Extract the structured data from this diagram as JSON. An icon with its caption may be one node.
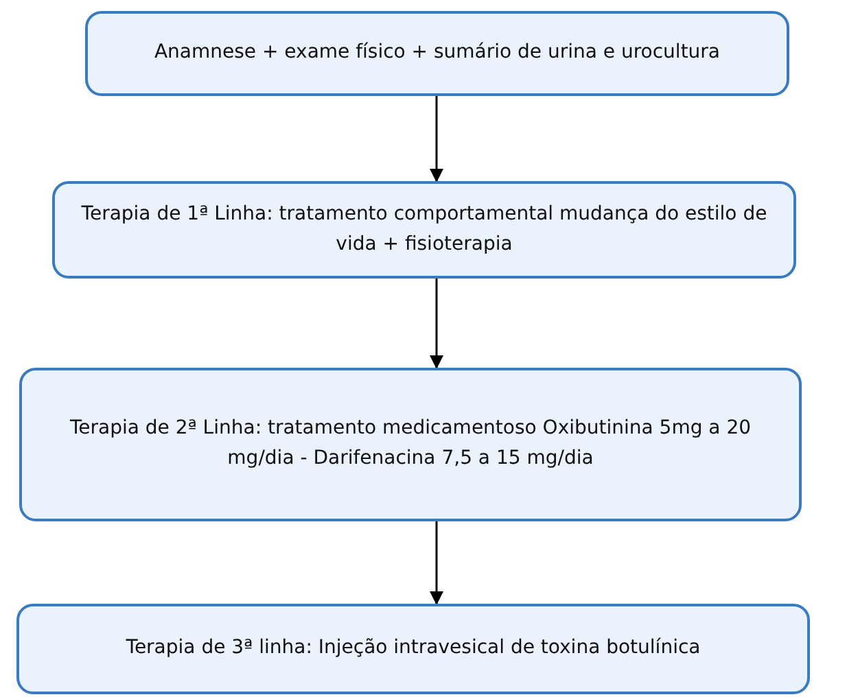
{
  "diagram": {
    "nodes": [
      {
        "text": [
          "Anamnese + exame físico + sumário de urina e urocultura"
        ]
      },
      {
        "text": [
          "Terapia de 1ª Linha: tratamento comportamental mudança do estilo de vida + fisioterapia"
        ]
      },
      {
        "text": [
          "Terapia de 2ª Linha: tratamento medicamentoso Oxibutinina 5mg a 20 mg/dia - Darifenacina 7,5 a 15 mg/dia"
        ]
      },
      {
        "text": [
          "Terapia de 3ª linha: Injeção intravesical de toxina botulínica"
        ]
      }
    ],
    "edges": [
      {
        "from": 0,
        "to": 1,
        "arrow": "to"
      },
      {
        "from": 1,
        "to": 2,
        "arrow": "to"
      },
      {
        "from": 2,
        "to": 3,
        "arrow": "to"
      }
    ]
  }
}
